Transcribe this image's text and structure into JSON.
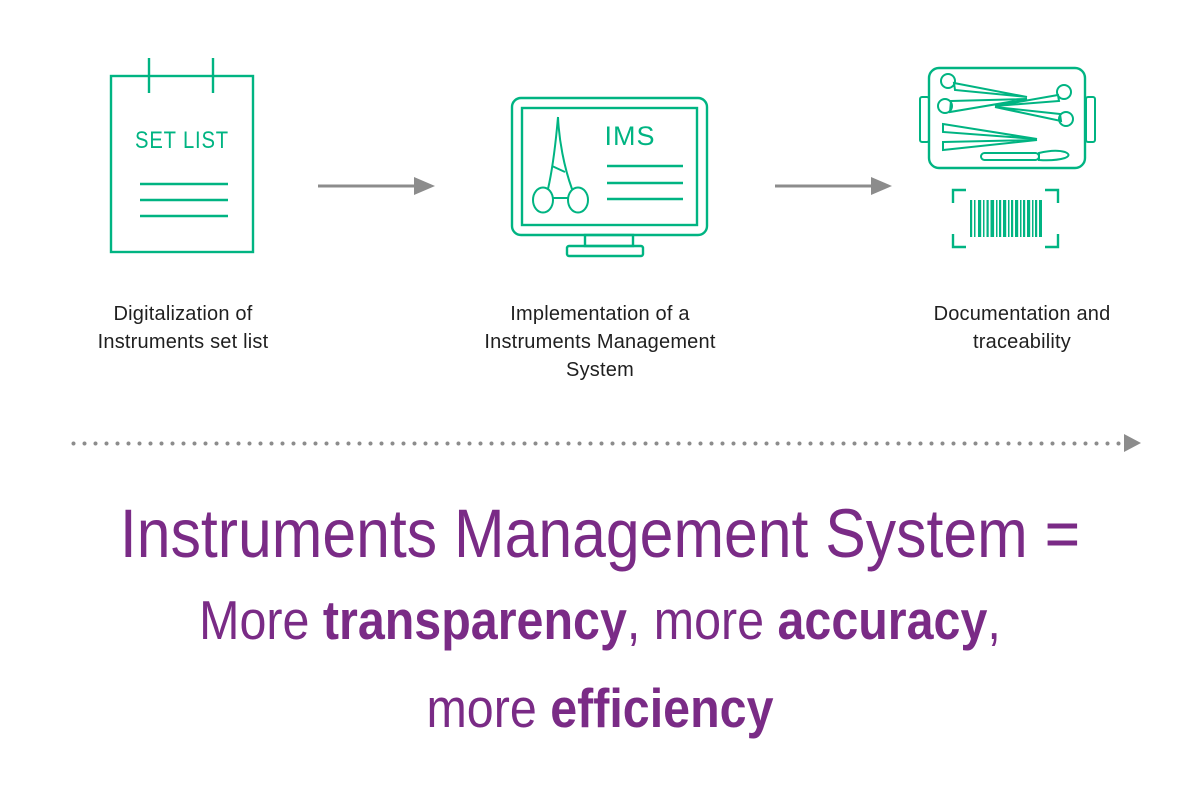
{
  "palette": {
    "green": "#00b482",
    "purple": "#7a2b86",
    "gray": "#8c8c8c",
    "caption_color": "#1f1f1f",
    "background": "#ffffff"
  },
  "steps": [
    {
      "name": "digitalization",
      "icon": "set-list-clipboard-icon",
      "icon_text": "SET LIST",
      "caption_lines": [
        "Digitalization of",
        "Instruments set list"
      ]
    },
    {
      "name": "implementation",
      "icon": "ims-monitor-icon",
      "icon_text": "IMS",
      "caption_lines": [
        "Implementation of a",
        "Instruments Management",
        "System"
      ]
    },
    {
      "name": "documentation",
      "icon": "instrument-tray-barcode-icon",
      "caption_lines": [
        "Documentation and",
        "traceability"
      ]
    }
  ],
  "headline": {
    "line1": [
      {
        "text": "Instruments Management System =",
        "bold": false
      }
    ],
    "line2": [
      {
        "text": "More ",
        "bold": false
      },
      {
        "text": "transparency",
        "bold": true
      },
      {
        "text": ", more ",
        "bold": false
      },
      {
        "text": "accuracy",
        "bold": true
      },
      {
        "text": ",",
        "bold": false
      }
    ],
    "line3": [
      {
        "text": "more ",
        "bold": false
      },
      {
        "text": "efficiency",
        "bold": true
      }
    ]
  }
}
